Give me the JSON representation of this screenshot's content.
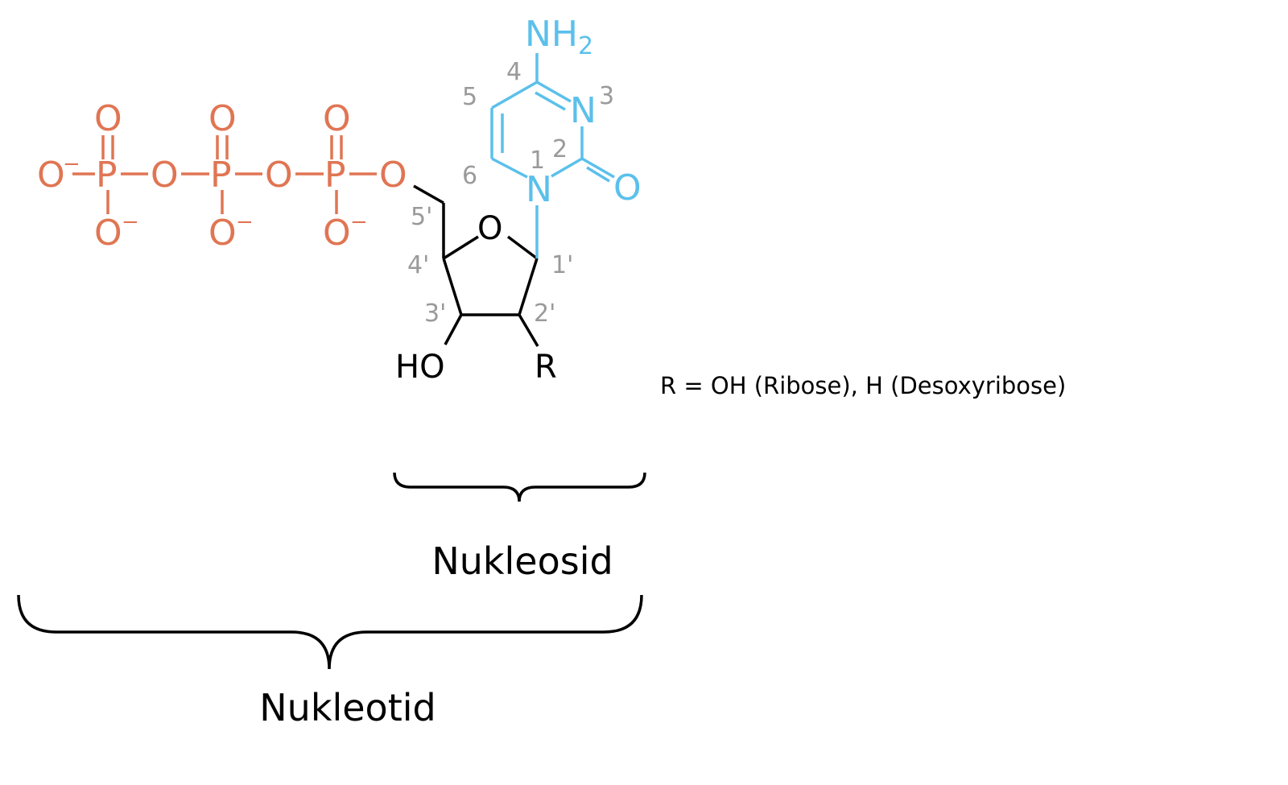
{
  "colors": {
    "phosphate": "#e07553",
    "base": "#5bc0eb",
    "sugar": "#000000",
    "numbering": "#9a9a9a"
  },
  "phosphate": {
    "o_minus_left": "O",
    "minus": "−",
    "p1": "P",
    "p2": "P",
    "p3": "P",
    "bridge_o1": "O",
    "bridge_o2": "O",
    "ester_o": "O",
    "top_o1": "O",
    "top_o2": "O",
    "top_o3": "O",
    "bottom_o1": "O",
    "bottom_o2": "O",
    "bottom_o3": "O"
  },
  "base": {
    "nh2": "NH",
    "nh2_sub": "2",
    "n3": "N",
    "n1": "N",
    "carbonyl_o": "O"
  },
  "base_numbers": {
    "n1": "1",
    "n2": "2",
    "n3": "3",
    "n4": "4",
    "n5": "5",
    "n6": "6"
  },
  "sugar": {
    "ring_o": "O",
    "ho": "HO",
    "r": "R"
  },
  "sugar_numbers": {
    "c1": "1'",
    "c2": "2'",
    "c3": "3'",
    "c4": "4'",
    "c5": "5'"
  },
  "note": "R  = OH (Ribose), H (Desoxyribose)",
  "labels": {
    "nucleoside": "Nukleosid",
    "nucleotide": "Nukleotid"
  }
}
